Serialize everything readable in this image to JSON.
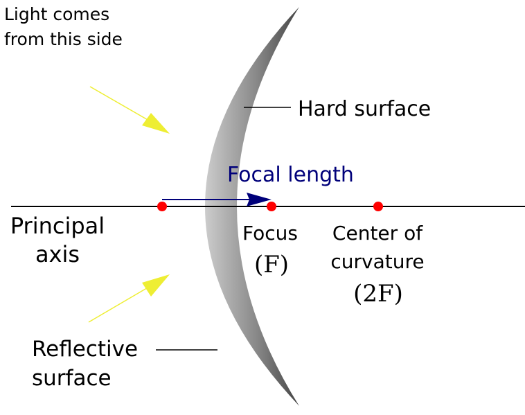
{
  "labels": {
    "light_line1": "Light comes",
    "light_line2": "from this side",
    "hard_surface": "Hard surface",
    "focal_length": "Focal length",
    "principal_line1": "Principal",
    "principal_line2": "axis",
    "focus": "Focus",
    "focus_symbol": "(F)",
    "center_line1": "Center of",
    "center_line2": "curvature",
    "center_symbol": "(2F)",
    "reflective_line1": "Reflective",
    "reflective_line2": "surface"
  },
  "colors": {
    "axis": "#000000",
    "light_rays": "#eeee33",
    "focal_arrow": "#00007a",
    "points": "#ff0000",
    "mirror_light": "#cccccc",
    "mirror_dark": "#444444"
  }
}
